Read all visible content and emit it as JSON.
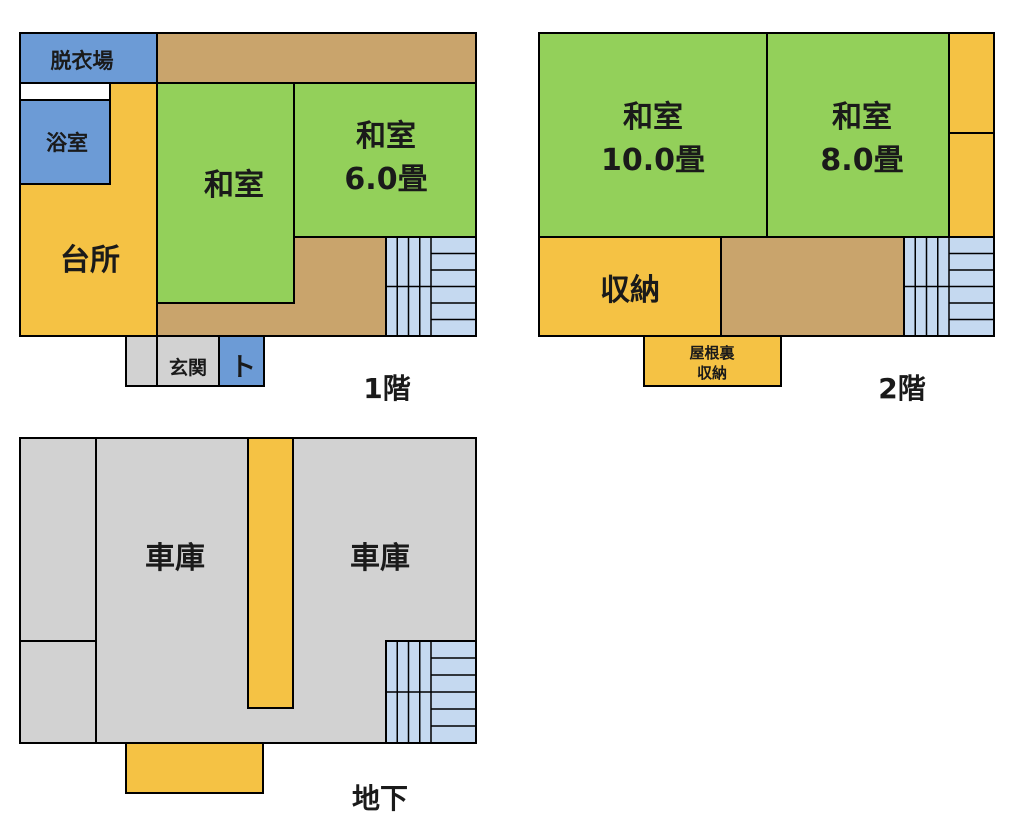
{
  "colors": {
    "wood": "#c9a46c",
    "tatami": "#93d05a",
    "yellow": "#f5c244",
    "blue": "#6c9bd6",
    "gray": "#d2d2d2",
    "stairs": "#c5d9f0"
  },
  "floor1": {
    "label": "1階",
    "datsuijo": "脱衣場",
    "yokushitsu": "浴室",
    "daidokoro": "台所",
    "washitsu_a": "和室",
    "washitsu_b_name": "和室",
    "washitsu_b_size": "6.0畳",
    "genkan": "玄関",
    "toilet": "ト"
  },
  "floor2": {
    "label": "2階",
    "washitsu_a_name": "和室",
    "washitsu_a_size": "10.0畳",
    "washitsu_b_name": "和室",
    "washitsu_b_size": "8.0畳",
    "shuno": "収納",
    "yaneura_1": "屋根裏",
    "yaneura_2": "収納"
  },
  "basement": {
    "label": "地下",
    "garage_a": "車庫",
    "garage_b": "車庫"
  }
}
